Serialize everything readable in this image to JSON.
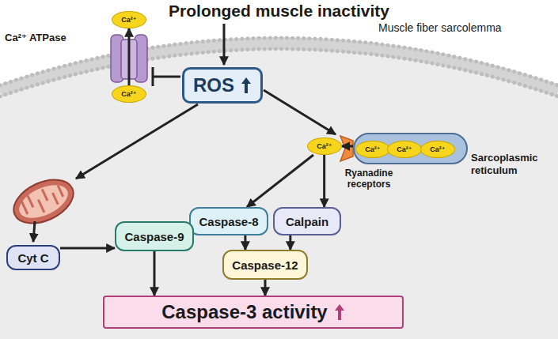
{
  "diagram": {
    "title": "Prolonged muscle inactivity",
    "nodes": [
      {
        "text": [
          "ROS"
        ]
      },
      {
        "text": [
          "Ca²⁺"
        ]
      },
      {
        "text": [
          "Ca²⁺"
        ]
      },
      {
        "text": [
          "Sarcoplasmic reticulum"
        ]
      },
      {
        "text": [
          "Ca²⁺"
        ],
        "in": 3
      },
      {
        "text": [
          "Ca²⁺"
        ],
        "in": 3
      },
      {
        "text": [
          "Ca²⁺"
        ],
        "in": 3
      },
      {
        "text": [
          "Ca²⁺"
        ]
      },
      {
        "text": [
          "Cyt C"
        ]
      },
      {
        "text": [
          "Caspase-8"
        ]
      },
      {
        "text": [
          "Calpain"
        ]
      },
      {
        "text": [
          "Caspase-9"
        ]
      },
      {
        "text": [
          "Caspase-12"
        ]
      },
      {
        "text": [
          "Caspase-3 activity"
        ]
      }
    ],
    "edges": [
      {
        "from": 2,
        "to": 1,
        "arrow": "to"
      },
      {
        "from": 3,
        "to": 7,
        "arrow": "to"
      },
      {
        "from": 7,
        "to": 9,
        "arrow": "to"
      },
      {
        "from": 7,
        "to": 10,
        "arrow": "to"
      },
      {
        "from": 8,
        "to": 11,
        "arrow": "to"
      },
      {
        "from": 9,
        "to": 12,
        "arrow": "to"
      },
      {
        "from": 10,
        "to": 12,
        "arrow": "to"
      },
      {
        "from": 11,
        "to": 13,
        "arrow": "to"
      },
      {
        "from": 12,
        "to": 13,
        "arrow": "to"
      }
    ],
    "labels": [
      "Muscle fiber sarcolemma",
      "Ca²⁺ ATPase",
      "Ryanadine receptors"
    ]
  }
}
